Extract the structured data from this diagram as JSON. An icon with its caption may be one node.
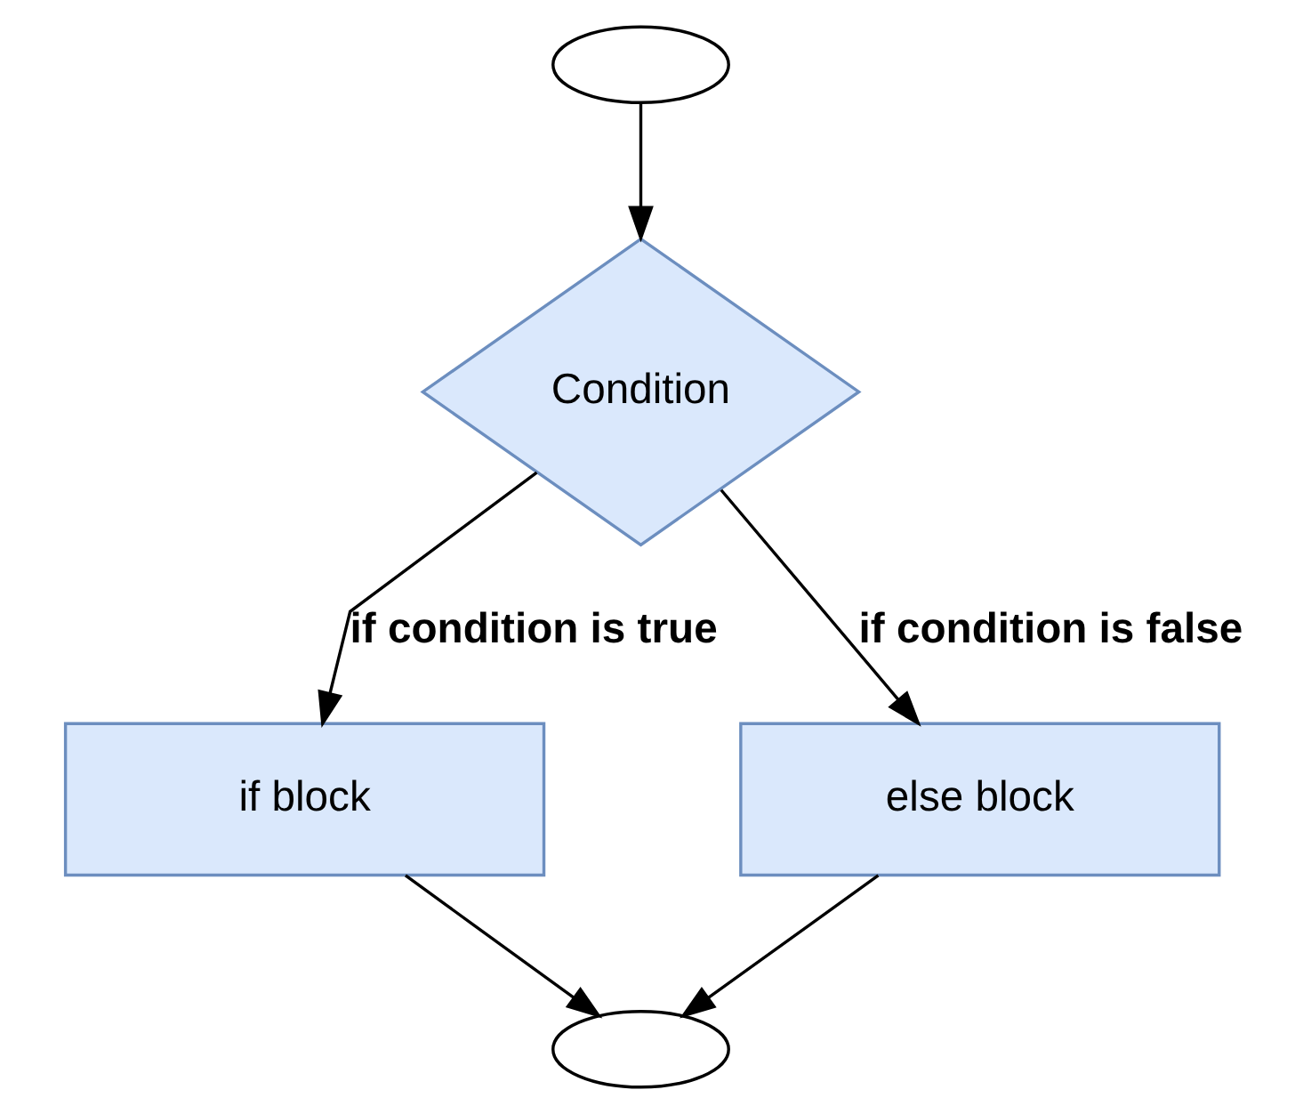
{
  "diagram": {
    "nodes": [
      {
        "text": [],
        "shape": "circle"
      },
      {
        "text": [
          "Condition"
        ]
      },
      {
        "text": [
          "if block"
        ]
      },
      {
        "text": [
          "else block"
        ]
      },
      {
        "text": [],
        "shape": "circle"
      }
    ],
    "edges": [
      {
        "from": 0,
        "to": 1,
        "arrow": "to"
      },
      {
        "from": 1,
        "to": 2,
        "arrow": "to",
        "label": "if condition is true"
      },
      {
        "from": 1,
        "to": 3,
        "arrow": "to",
        "label": "if condition is false"
      },
      {
        "from": 3,
        "to": 4,
        "arrow": "to"
      },
      {
        "from": 2,
        "to": 4,
        "arrow": "to"
      }
    ]
  }
}
